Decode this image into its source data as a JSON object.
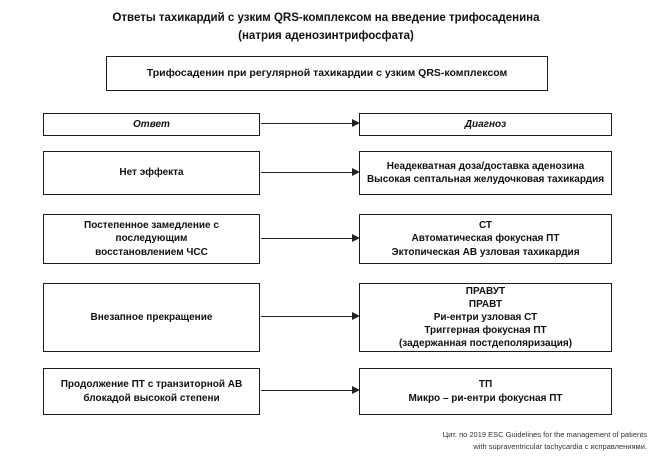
{
  "title": {
    "line1": "Ответы тахикардий с узким QRS-комплексом на введение трифосаденина",
    "line2": "(натрия аденозинтрифосфата)"
  },
  "root_box": "Трифосаденин при регулярной тахикардии с узким QRS-комплексом",
  "headers": {
    "response": "Ответ",
    "diagnosis": "Диагноз"
  },
  "rows": [
    {
      "response": "Нет эффекта",
      "diagnosis": "Неадекватная доза/доставка аденозина\nВысокая септальная желудочковая тахикардия"
    },
    {
      "response": "Постепенное замедление с последующим\nвосстановлением ЧСС",
      "diagnosis": "СТ\nАвтоматическая фокусная ПТ\nЭктопическая АВ узловая тахикардия"
    },
    {
      "response": "Внезапное прекращение",
      "diagnosis": "ПРАВУТ\nПРАВТ\nРи-ентри узловая СТ\nТриггерная фокусная ПТ\n(задержанная постдеполяризация)"
    },
    {
      "response": "Продолжение ПТ с транзиторной АВ\nблокадой высокой степени",
      "diagnosis": "ТП\nМикро – ри-ентри фокусная ПТ"
    }
  ],
  "citation": {
    "line1": "Цит. по 2019 ESC Guidelines for the management of patients",
    "line2": "with supraventricular tachycardia с исправлениями."
  },
  "colors": {
    "box_border": "#1c1c1c",
    "text": "#111111",
    "arrow": "#222222",
    "citation_text": "#333333"
  }
}
